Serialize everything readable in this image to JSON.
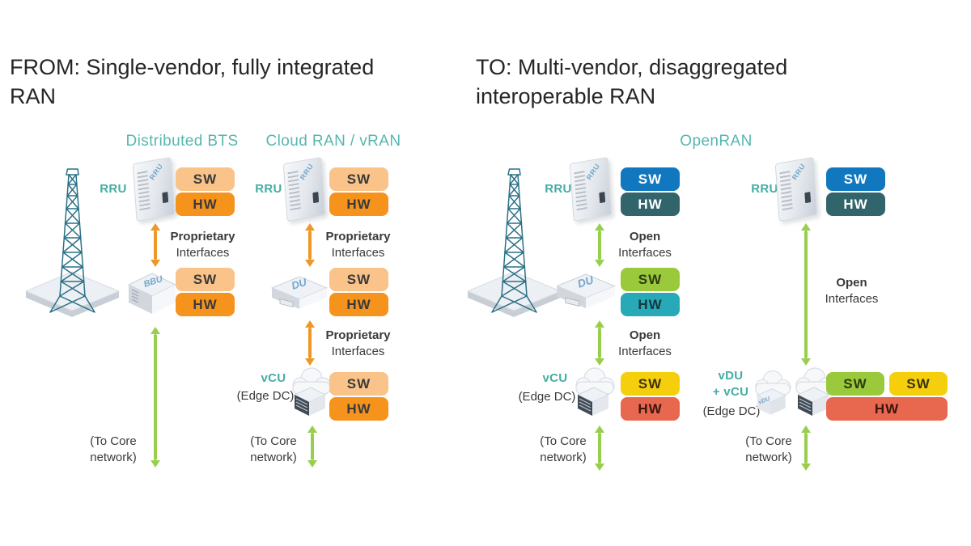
{
  "titles": {
    "from": "FROM: Single-vendor, fully integrated RAN",
    "to": "TO: Multi-vendor, disaggregated interoperable RAN"
  },
  "headers": {
    "distributed_bts": "Distributed BTS",
    "cloud_ran": "Cloud RAN / vRAN",
    "openran": "OpenRAN"
  },
  "labels": {
    "rru": "RRU",
    "bbu": "BBU",
    "du": "DU",
    "vcu": "vCU",
    "vdu": "vDU",
    "plus_vcu": "+ vCU",
    "vdu_small": "vDU",
    "edge_dc": "(Edge DC)",
    "sw": "SW",
    "hw": "HW",
    "proprietary": "Proprietary",
    "open": "Open",
    "interfaces": "Interfaces",
    "to_core_l1": "(To Core",
    "to_core_l2": "network)"
  },
  "palette": {
    "header_teal": "#56b7af",
    "label_teal": "#45ada5",
    "arrow_orange": "#ee9626",
    "arrow_green": "#97cf4d",
    "sw_light_orange": "#f9c389",
    "hw_orange": "#f6931d",
    "sw_blue": "#1178c0",
    "hw_dark_teal": "#31656b",
    "sw_green": "#9aca3c",
    "hw_cyan": "#27a9b8",
    "sw_yellow": "#f6cf0c",
    "hw_red": "#e7674f",
    "title_text": "#262626",
    "body_text": "#3a3a3a",
    "tower_blue": "#2a7186"
  }
}
